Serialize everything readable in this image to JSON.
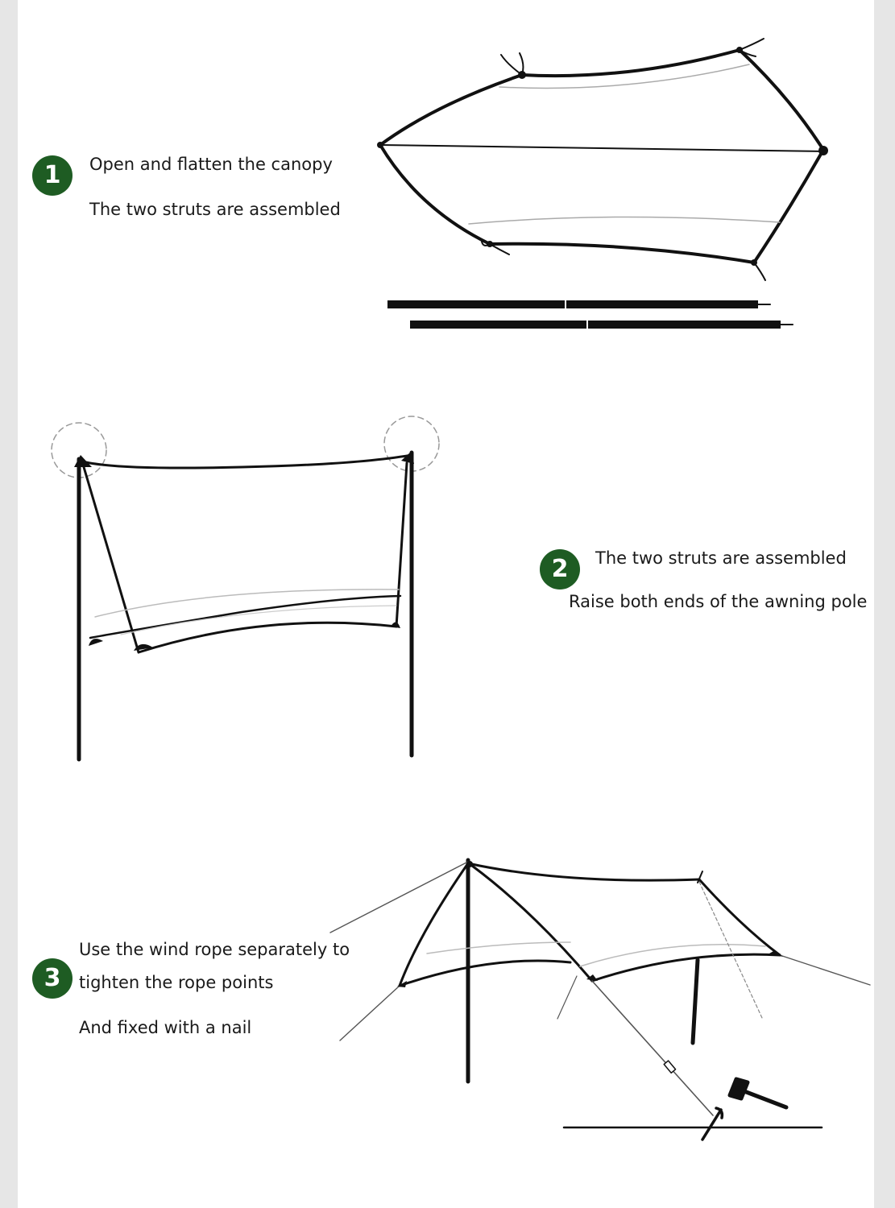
{
  "colors": {
    "accent": "#1e5c23",
    "ink": "#111111",
    "guide": "#b0b0b0"
  },
  "steps": [
    {
      "number": "1",
      "lines": [
        "Open and flatten the canopy",
        "The two struts are assembled"
      ]
    },
    {
      "number": "2",
      "lines": [
        "The two struts are assembled",
        "Raise both ends of the awning pole"
      ]
    },
    {
      "number": "3",
      "lines": [
        "Use the wind rope separately to",
        "tighten the rope points",
        "And fixed with a nail"
      ]
    }
  ]
}
